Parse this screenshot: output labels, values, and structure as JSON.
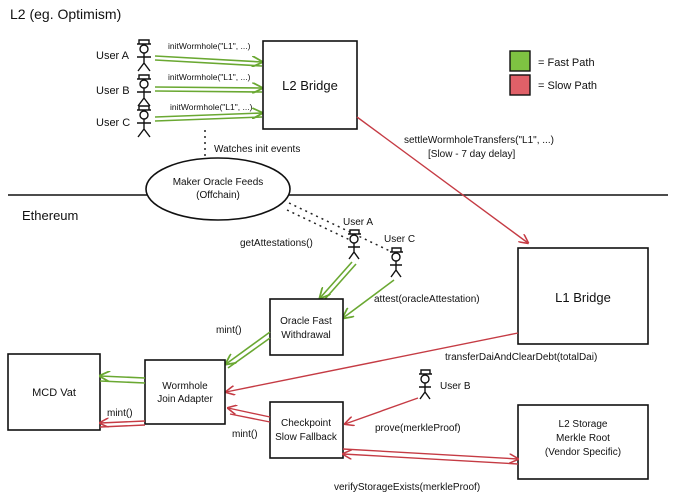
{
  "regions": {
    "l2": "L2 (eg. Optimism)",
    "ethereum": "Ethereum"
  },
  "legend": {
    "fast": "= Fast Path",
    "slow": "= Slow Path",
    "fast_color": "#7ec242",
    "slow_color": "#e06068"
  },
  "users": {
    "a": "User A",
    "b": "User B",
    "c": "User C"
  },
  "boxes": {
    "l2_bridge": "L2 Bridge",
    "l1_bridge": "L1 Bridge",
    "oracle_feeds": [
      "Maker Oracle Feeds",
      "(Offchain)"
    ],
    "oracle_fast": [
      "Oracle Fast",
      "Withdrawal"
    ],
    "join_adapter": [
      "Wormhole",
      "Join Adapter"
    ],
    "mcd_vat": "MCD Vat",
    "checkpoint": [
      "Checkpoint",
      "Slow Fallback"
    ],
    "l2_storage": [
      "L2 Storage",
      "Merkle Root",
      "(Vendor Specific)"
    ]
  },
  "labels": {
    "init_a": "initWormhole(\"L1\", ...)",
    "init_b": "initWormhole(\"L1\", ...)",
    "init_c": "initWormhole(\"L1\", ...)",
    "watches": "Watches init events",
    "settle": "settleWormholeTransfers(\"L1\", ...)",
    "settle_delay": "[Slow - 7 day delay]",
    "get_attestations": "getAttestations()",
    "user_a_eth": "User A",
    "user_c_eth": "User C",
    "attest": "attest(oracleAttestation)",
    "mint_oracle": "mint()",
    "mint_vat": "mint()",
    "mint_checkpoint": "mint()",
    "transfer_dai": "transferDaiAndClearDebt(totalDai)",
    "user_b_eth": "User B",
    "prove": "prove(merkleProof)",
    "verify": "verifyStorageExists(merkleProof)"
  }
}
